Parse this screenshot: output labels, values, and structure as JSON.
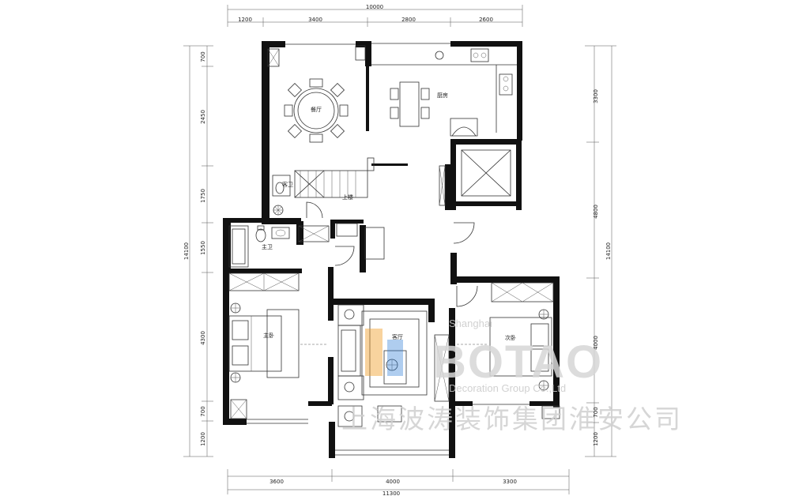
{
  "dimensions": {
    "top_total": "10000",
    "top_segments": [
      "1200",
      "3400",
      "2800",
      "2600"
    ],
    "bottom_total": "11300",
    "bottom_segments": [
      "3600",
      "4000",
      "3300"
    ],
    "left_total": "14100",
    "left_segments": [
      "700",
      "2450",
      "1750",
      "1550",
      "4300",
      "700",
      "1200"
    ],
    "right_total": "14100",
    "right_segments": [
      "3300",
      "4800",
      "4000",
      "700",
      "1200"
    ]
  },
  "rooms": {
    "dining": "餐厅",
    "kitchen": "厨房",
    "guest_wc": "客卫",
    "stairs": "上楼",
    "master_wc": "主卫",
    "master_bedroom": "主卧",
    "living": "客厅",
    "second_bedroom": "次卧"
  },
  "watermark": {
    "brand_latin": "BOTAO",
    "brand_sub_top": "Shanghai",
    "brand_sub": "Decoration Group Co.,Ltd",
    "brand_cn": "上海波涛装饰集团淮安公司"
  },
  "colors": {
    "wall": "#111111",
    "line": "#333333",
    "logo_orange": "#f0a030",
    "logo_blue": "#2f7fd8",
    "watermark_gray": "#d0d0d0"
  }
}
